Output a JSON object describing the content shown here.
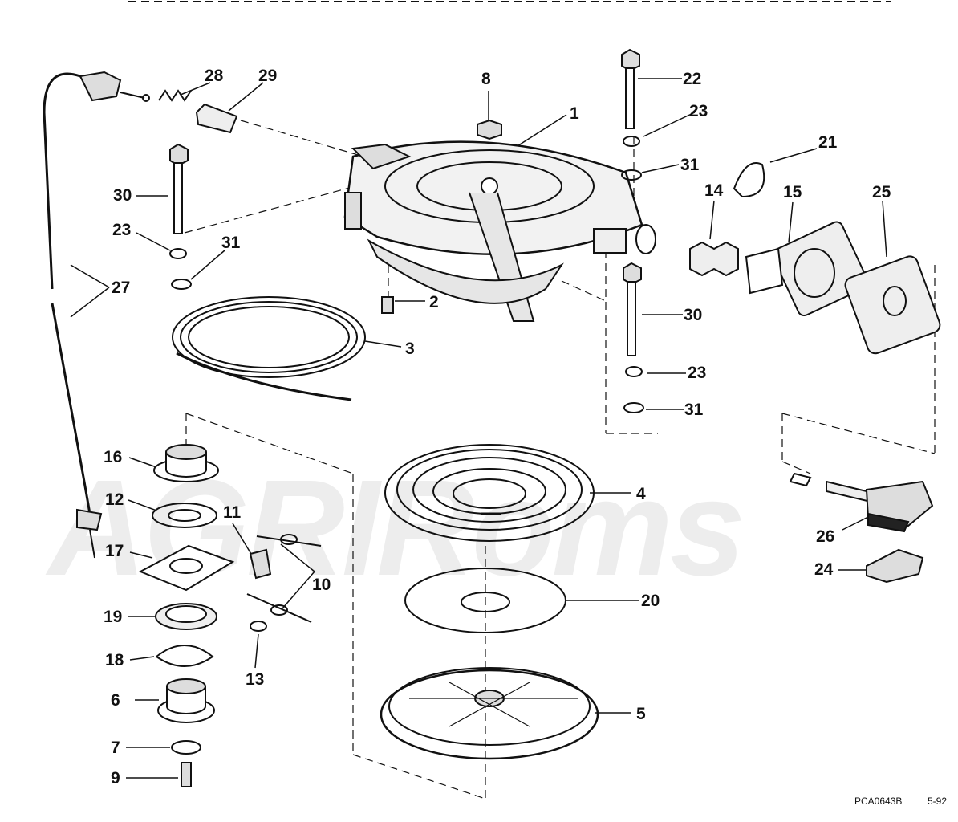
{
  "watermark": "AGRIRoms",
  "drawing_code": "PCA0643B",
  "drawing_date": "5-92",
  "callouts": [
    "1",
    "2",
    "3",
    "4",
    "5",
    "6",
    "7",
    "8",
    "9",
    "10",
    "11",
    "12",
    "13",
    "14",
    "15",
    "16",
    "17",
    "18",
    "19",
    "20",
    "21",
    "22",
    "23",
    "23",
    "23",
    "24",
    "25",
    "26",
    "27",
    "28",
    "29",
    "30",
    "30",
    "31",
    "31",
    "31"
  ]
}
